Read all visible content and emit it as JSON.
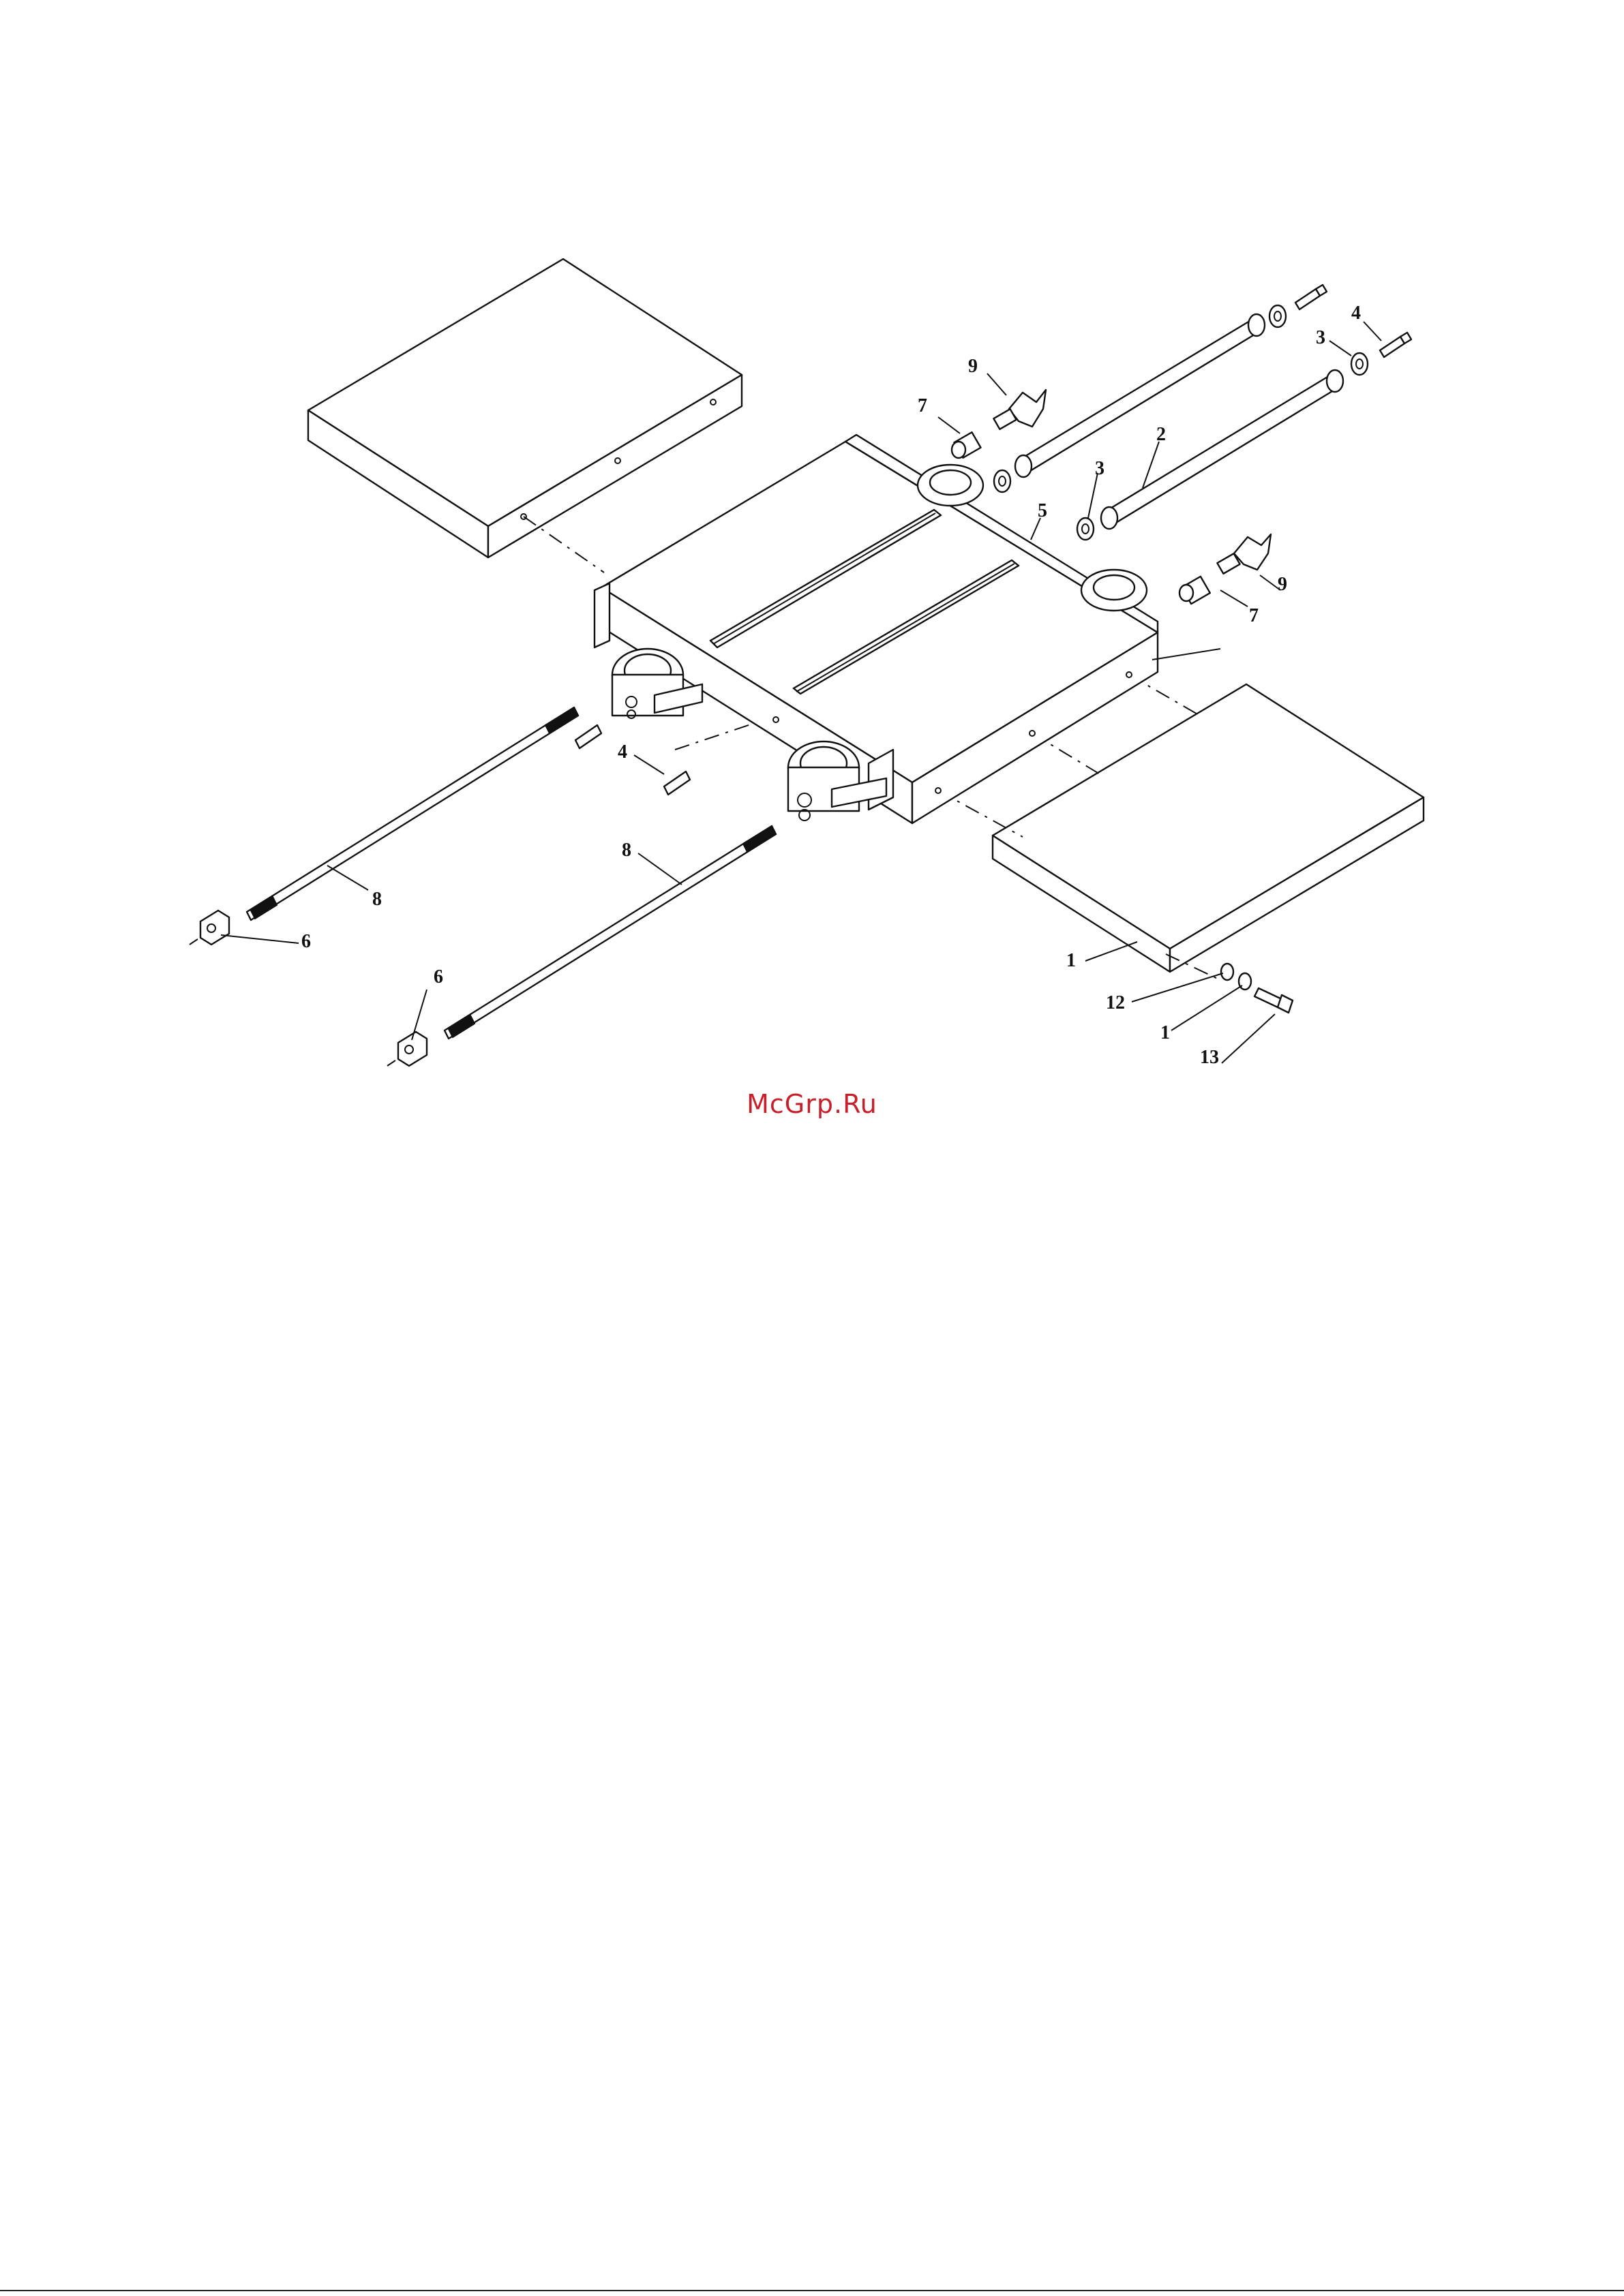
{
  "watermark": {
    "text": "McGrp.Ru",
    "color": "#c8202a"
  },
  "callouts": {
    "c1a": "1",
    "c1b": "1",
    "c2": "2",
    "c3a": "3",
    "c3b": "3",
    "c4a": "4",
    "c4b": "4",
    "c5": "5",
    "c6a": "6",
    "c6b": "6",
    "c7a": "7",
    "c7b": "7",
    "c8a": "8",
    "c8b": "8",
    "c9a": "9",
    "c9b": "9",
    "c12": "12",
    "c13": "13"
  },
  "colors": {
    "line": "#111111",
    "paper": "#ffffff"
  }
}
